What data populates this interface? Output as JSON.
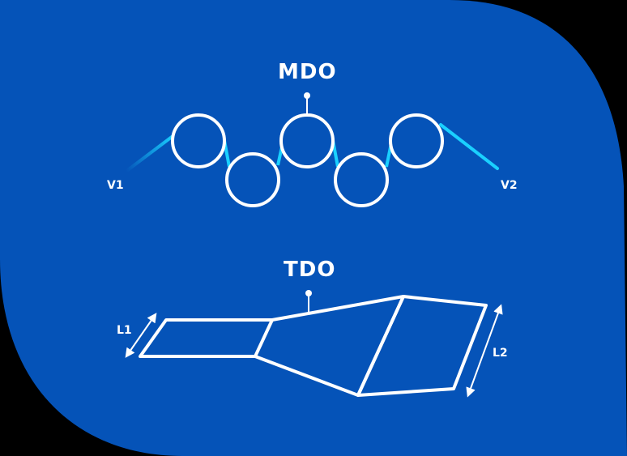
{
  "colors": {
    "panel": "#0553b8",
    "line": "#ffffff",
    "accent": "#1ad0ff"
  },
  "mdo": {
    "title": "MDO",
    "left_label": "V1",
    "right_label": "V2"
  },
  "tdo": {
    "title": "TDO",
    "left_label": "L1",
    "right_label": "L2"
  }
}
